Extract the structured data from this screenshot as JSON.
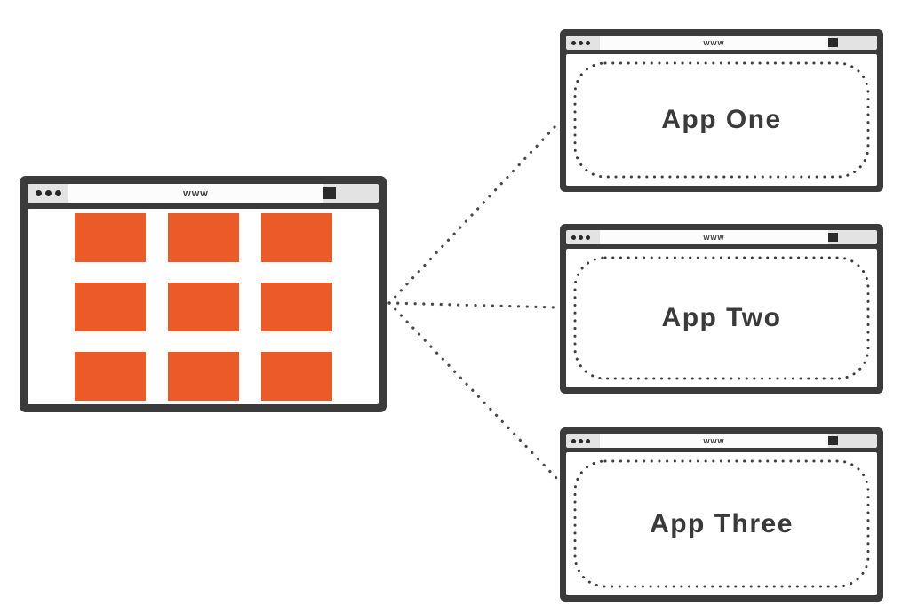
{
  "diagram": {
    "description": "Monolith browser app split into three separate apps",
    "colors": {
      "window_frame": "#3b3b3b",
      "titlebar_gray": "#e3e3e3",
      "tile_orange": "#ea5b27",
      "dotted_line": "#4a4a4a",
      "dotted_outline": "#3d3d3d",
      "label_text": "#3a3a3a"
    },
    "source_window": {
      "url_label": "www",
      "tile_count": 9,
      "tile_rows": 3,
      "tile_columns": 3
    },
    "apps": [
      {
        "label": "App One",
        "url_label": "www"
      },
      {
        "label": "App Two",
        "url_label": "www"
      },
      {
        "label": "App Three",
        "url_label": "www"
      }
    ]
  }
}
